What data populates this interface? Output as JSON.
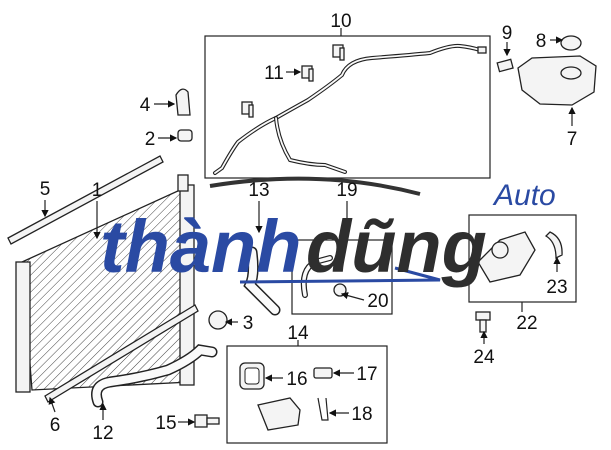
{
  "callouts": {
    "c1": "1",
    "c2": "2",
    "c3": "3",
    "c4": "4",
    "c5": "5",
    "c6": "6",
    "c7": "7",
    "c8": "8",
    "c9": "9",
    "c10": "10",
    "c11": "11",
    "c12": "12",
    "c13": "13",
    "c14": "14",
    "c15": "15",
    "c16": "16",
    "c17": "17",
    "c18": "18",
    "c19": "19",
    "c20": "20",
    "c22": "22",
    "c23": "23",
    "c24": "24"
  },
  "watermark": {
    "part1": "thành",
    "part2": "dũng",
    "part3": "Auto",
    "color_blue": "#2a4aa3",
    "color_dark": "#2e2e2e"
  }
}
